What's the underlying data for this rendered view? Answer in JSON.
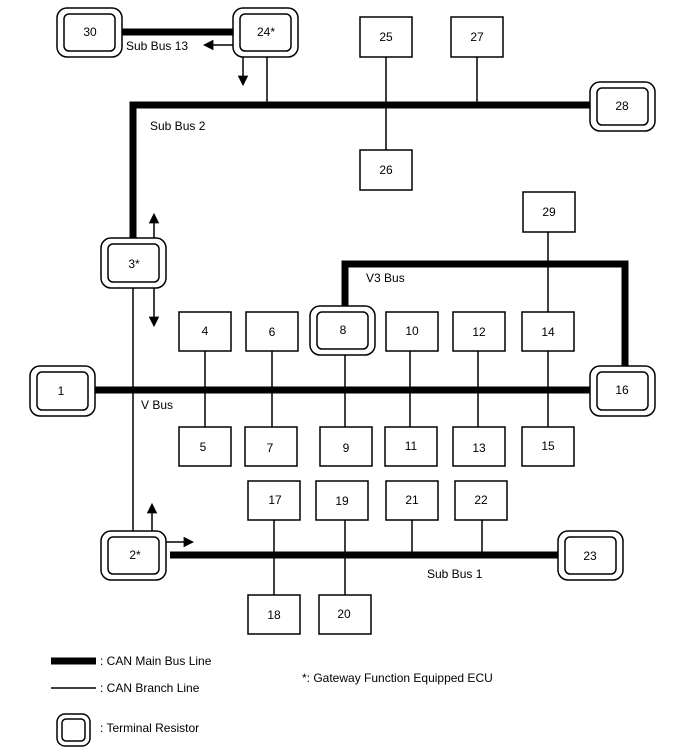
{
  "nodes": {
    "n1": "1",
    "n2": "2*",
    "n3": "3*",
    "n4": "4",
    "n5": "5",
    "n6": "6",
    "n7": "7",
    "n8": "8",
    "n9": "9",
    "n10": "10",
    "n11": "11",
    "n12": "12",
    "n13": "13",
    "n14": "14",
    "n15": "15",
    "n16": "16",
    "n17": "17",
    "n18": "18",
    "n19": "19",
    "n20": "20",
    "n21": "21",
    "n22": "22",
    "n23": "23",
    "n24": "24*",
    "n25": "25",
    "n26": "26",
    "n27": "27",
    "n28": "28",
    "n29": "29",
    "n30": "30"
  },
  "bus_labels": {
    "sub_bus_13": "Sub Bus 13",
    "sub_bus_2": "Sub Bus 2",
    "v3_bus": "V3 Bus",
    "v_bus": "V Bus",
    "sub_bus_1": "Sub Bus 1"
  },
  "legend": {
    "main_bus": ": CAN Main Bus Line",
    "branch": ": CAN Branch Line",
    "terminal": ": Terminal Resistor",
    "gateway_note": "*: Gateway Function Equipped ECU"
  },
  "colors": {
    "line": "#000000",
    "background": "#ffffff"
  }
}
